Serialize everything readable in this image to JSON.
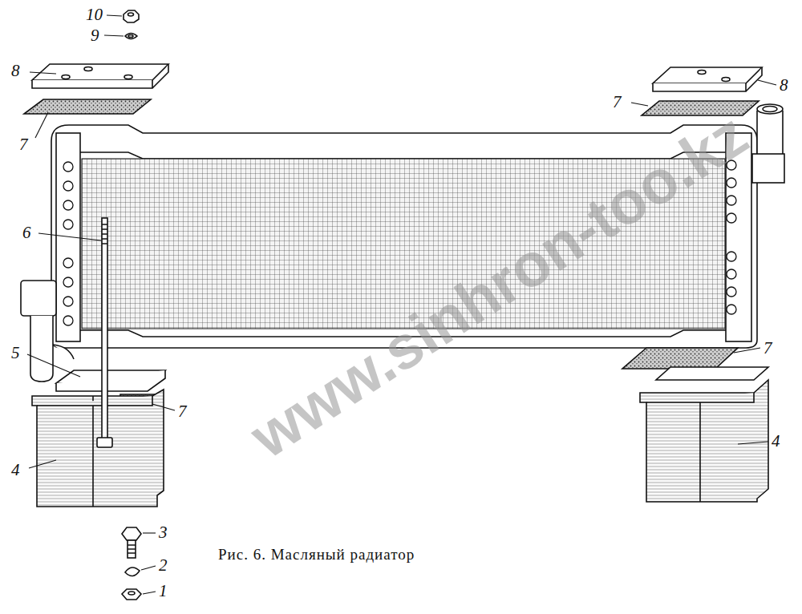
{
  "diagram": {
    "caption": "Рис. 6. Масляный радиатор",
    "labels": [
      "10",
      "9",
      "8",
      "8",
      "7",
      "7",
      "6",
      "5",
      "7",
      "7",
      "4",
      "4",
      "3",
      "2",
      "1",
      "www.sinhron-too.kz"
    ]
  }
}
